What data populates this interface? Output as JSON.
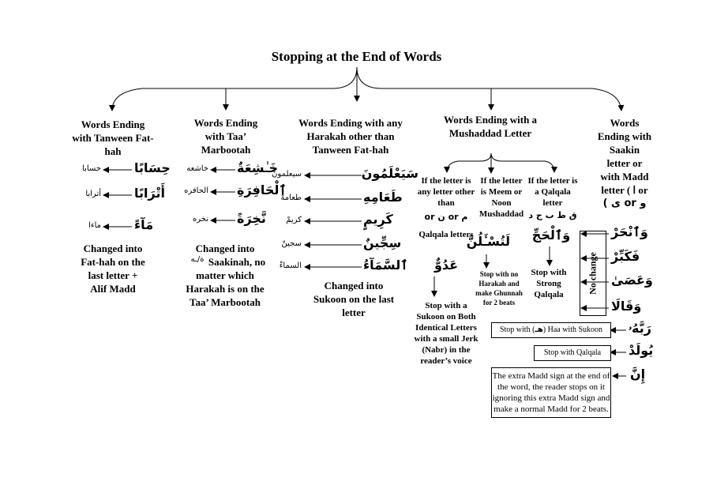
{
  "title": "Stopping at the End of Words",
  "col1": {
    "header": "Words Ending with Tanween Fat-hah",
    "rows": [
      {
        "word": "حِسَابًا",
        "result": "حسابا"
      },
      {
        "word": "أَتْرَابًا",
        "result": "أترابا"
      },
      {
        "word": "مَآءً",
        "result": "ماءا"
      }
    ],
    "note": "Changed into Fat-hah on the last letter + Alif Madd"
  },
  "col2": {
    "header": "Words Ending with Taa’ Marbootah",
    "rows": [
      {
        "word": "خَـٰشِعَةٌ",
        "result": "خاشعه"
      },
      {
        "word": "ٱلْحَافِرَةِ",
        "result": "الحافره"
      },
      {
        "word": "نَّخِرَةً",
        "result": "نخره"
      }
    ],
    "note_line1": "Changed into",
    "note_glyph": "ة/ـه",
    "note_rest": "Saakinah, no matter which Harakah is on the Taa’ Marbootah"
  },
  "col3": {
    "header": "Words Ending with any Harakah other than Tanween Fat-hah",
    "rows": [
      {
        "word": "سَيَعْلَمُونَ",
        "result": "سيعلمونْ"
      },
      {
        "word": "طَعَامِهِ",
        "result": "طعامهْ"
      },
      {
        "word": "كَرِيمٍ",
        "result": "كريمْ"
      },
      {
        "word": "سِجِّينٌ",
        "result": "سجينْ"
      },
      {
        "word": "ٱلسَّمَآءُ",
        "result": "السماءْ"
      }
    ],
    "note": "Changed into Sukoon on the last letter"
  },
  "col4": {
    "header": "Words Ending with a Mushaddad Letter",
    "a": {
      "head_top": "If the letter is any letter other than",
      "letters": "م or ن or",
      "head_bottom": "Qalqala letters",
      "word": "عَدُوٌّ",
      "note": "Stop with a Sukoon on Both Identical Letters with a small Jerk (Nabr) in the reader’s voice"
    },
    "b": {
      "head": "If the letter is Meem or Noon Mushaddad",
      "word": "لَتُسْـَٔلُنَّ",
      "note": "Stop with no Harakah and make Ghunnah for 2 beats"
    },
    "c": {
      "head": "If the letter is a Qalqala letter",
      "letters": "ق ط ب ج د",
      "word": "وَٱلْحَجِّ",
      "note": "Stop with Strong Qalqala"
    }
  },
  "col5": {
    "header_lines": [
      "Words",
      "Ending with",
      "Saakin",
      "letter or",
      "with Madd"
    ],
    "header_letter_line": "letter ( ا or",
    "header_last_line": "و or ى )",
    "words": [
      "وَٱنْحَرْ",
      "فَكَبِّرْ",
      "وَعَصَىٰ",
      "وَقَالَا"
    ],
    "no_change": "No change",
    "word_rabbah": "رَبَّهُۥ",
    "haa_box": {
      "pre": "Stop with (",
      "glyph": "هـ",
      "post": ") Haa with Sukoon"
    },
    "word_yulad": "يُولَدْ",
    "qalqala_box": "Stop with Qalqala",
    "word_inna": "إِنَّ",
    "madd_box": "The extra Madd sign at the end of the word, the reader stops on it ignoring this extra Madd sign and make a normal Madd for 2 beats."
  }
}
